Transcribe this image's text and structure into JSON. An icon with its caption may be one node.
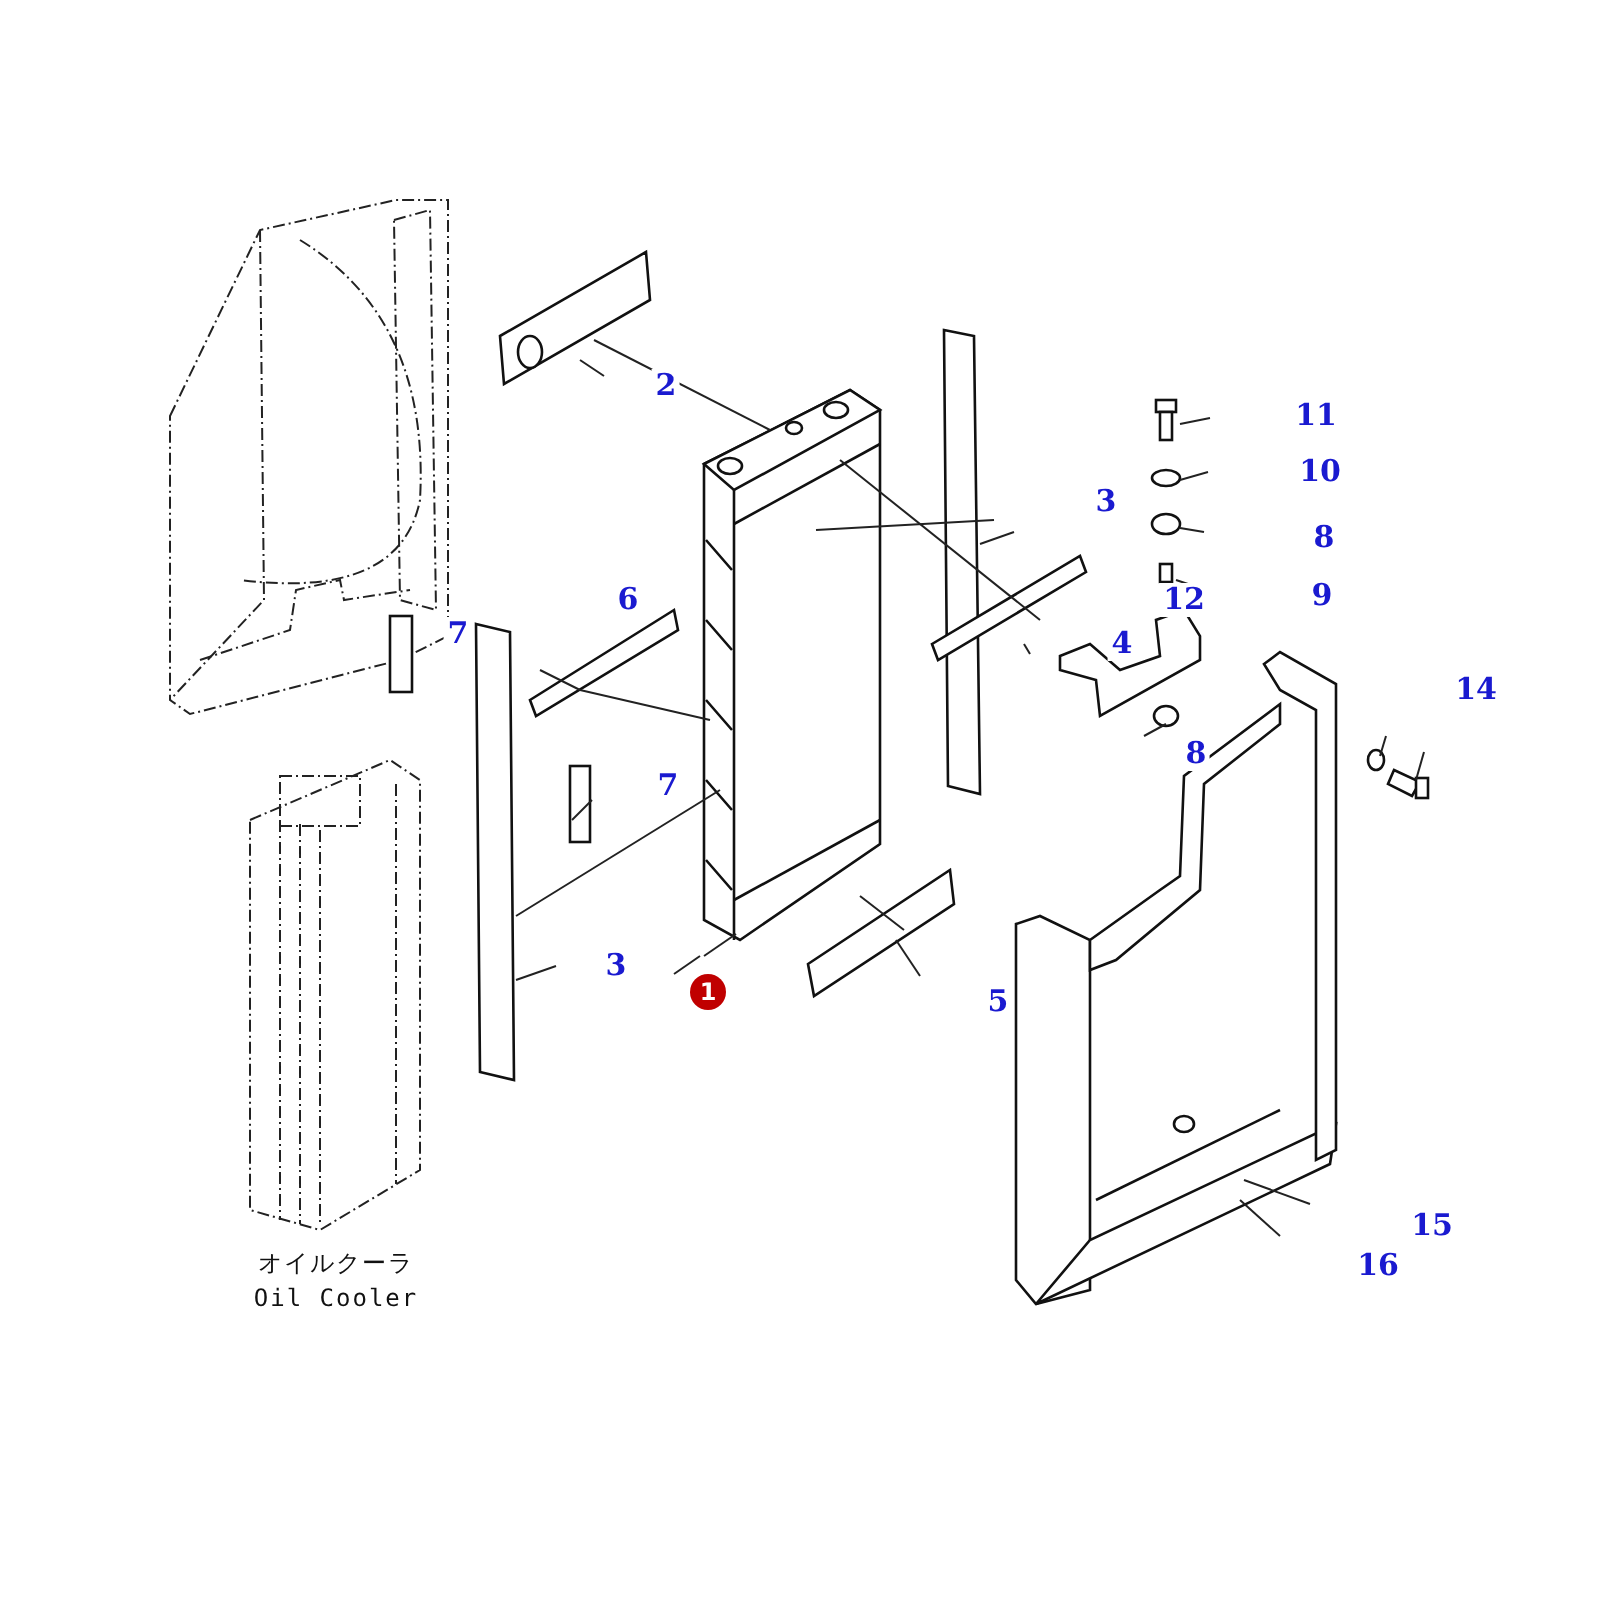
{
  "diagram": {
    "labels": [
      "2",
      "11",
      "3",
      "10",
      "8",
      "9",
      "6",
      "7",
      "12",
      "4",
      "14",
      "7",
      "8",
      "3",
      "1",
      "5",
      "15",
      "16",
      "オイルクーラ",
      "Oil Cooler"
    ]
  }
}
